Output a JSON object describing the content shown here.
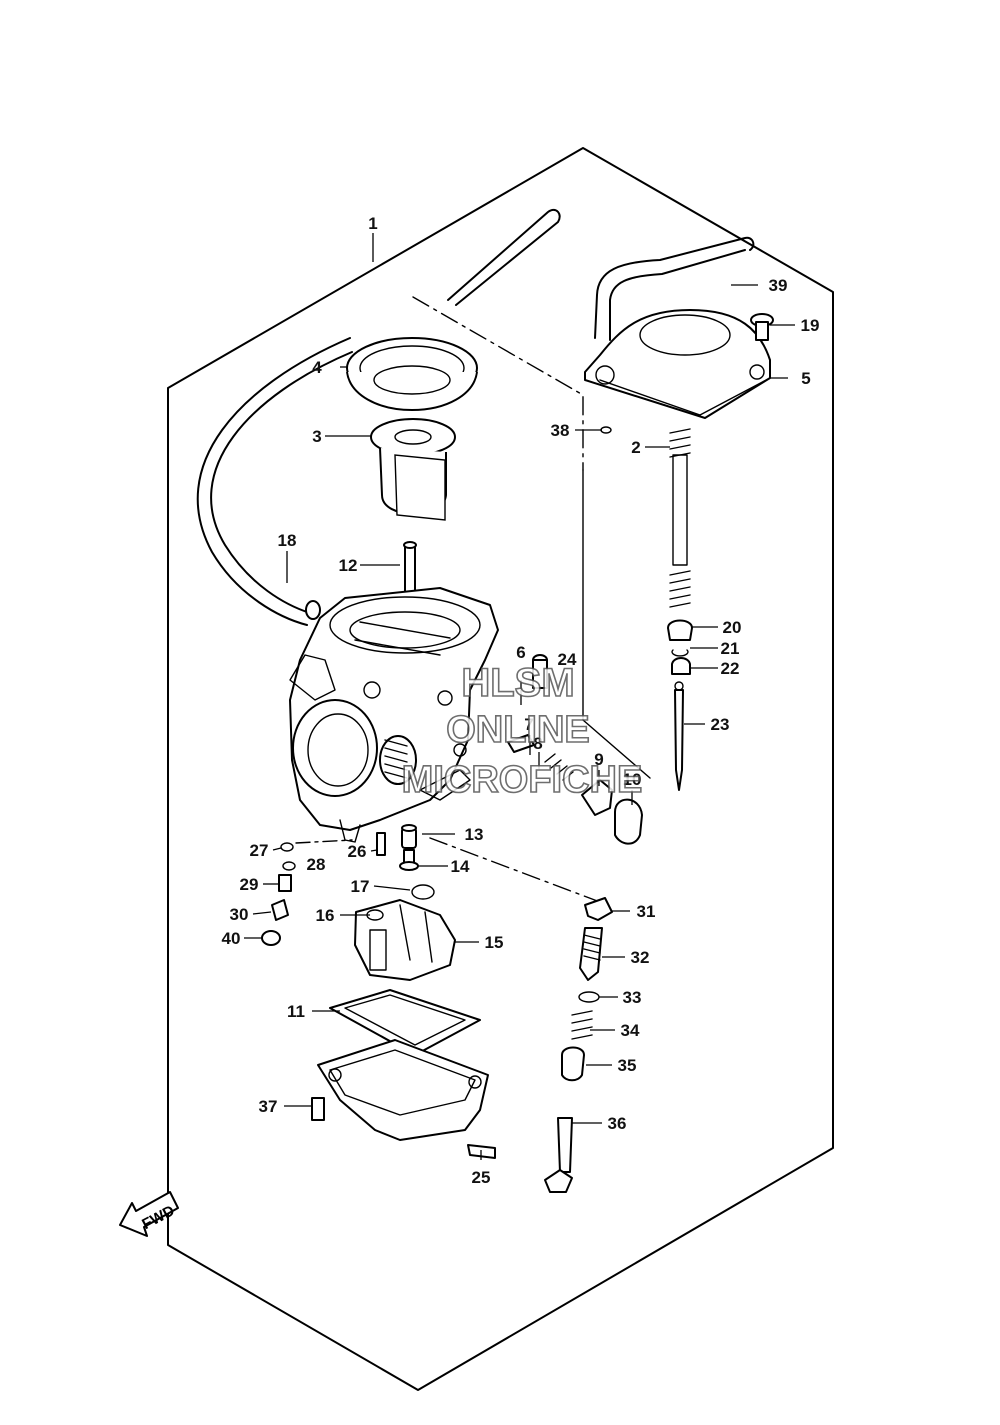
{
  "callouts": [
    "1",
    "2",
    "3",
    "4",
    "5",
    "6",
    "7",
    "8",
    "9",
    "10",
    "11",
    "12",
    "13",
    "14",
    "15",
    "16",
    "17",
    "18",
    "19",
    "20",
    "21",
    "22",
    "23",
    "24",
    "25",
    "26",
    "27",
    "28",
    "29",
    "30",
    "31",
    "32",
    "33",
    "34",
    "35",
    "36",
    "37",
    "38",
    "39",
    "40"
  ],
  "fwd_label": "FWD",
  "watermark": {
    "line1": "HLSM",
    "line2": "ONLINE",
    "line3": "MICROFICHE"
  }
}
